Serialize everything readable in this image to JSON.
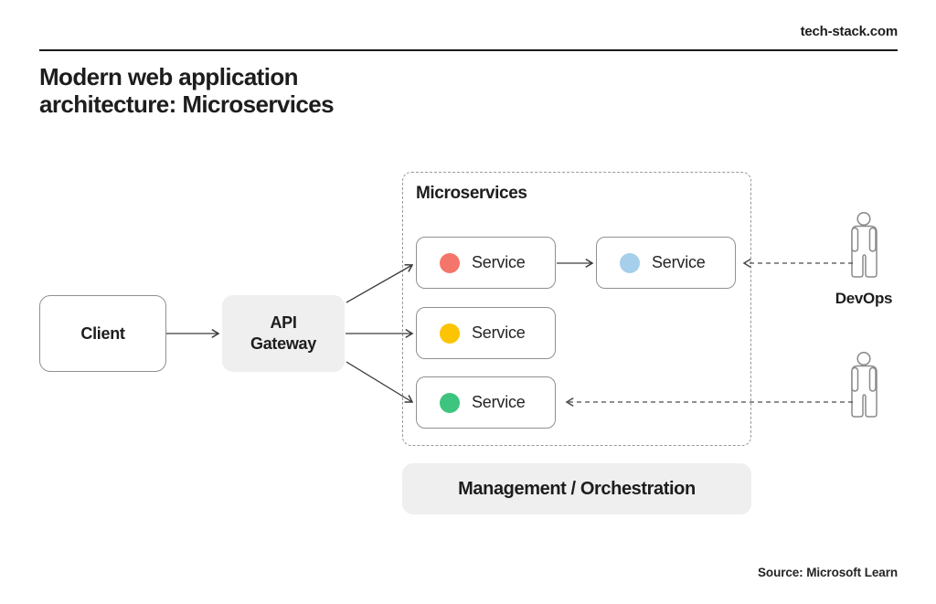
{
  "header": {
    "site": "tech-stack.com"
  },
  "title": {
    "line1": "Modern web application",
    "line2": "architecture: Microservices"
  },
  "nodes": {
    "client": "Client",
    "api_gateway_line1": "API",
    "api_gateway_line2": "Gateway"
  },
  "microservices": {
    "label": "Microservices",
    "services": [
      {
        "label": "Service",
        "color": "#F4766B",
        "color_name": "red"
      },
      {
        "label": "Service",
        "color": "#A5CFEA",
        "color_name": "blue"
      },
      {
        "label": "Service",
        "color": "#FCC405",
        "color_name": "yellow"
      },
      {
        "label": "Service",
        "color": "#3DC47E",
        "color_name": "green"
      }
    ]
  },
  "devops": {
    "label": "DevOps"
  },
  "management": {
    "label": "Management / Orchestration"
  },
  "source": {
    "label": "Source: Microsoft Learn"
  },
  "colors": {
    "gray_fill": "#EFEFEF",
    "node_border": "#909090",
    "arrow": "#3C3C3C",
    "dashed_arrow": "#4C4C4C",
    "group_dash_border": "#999999",
    "text": "#1D1D1D"
  }
}
